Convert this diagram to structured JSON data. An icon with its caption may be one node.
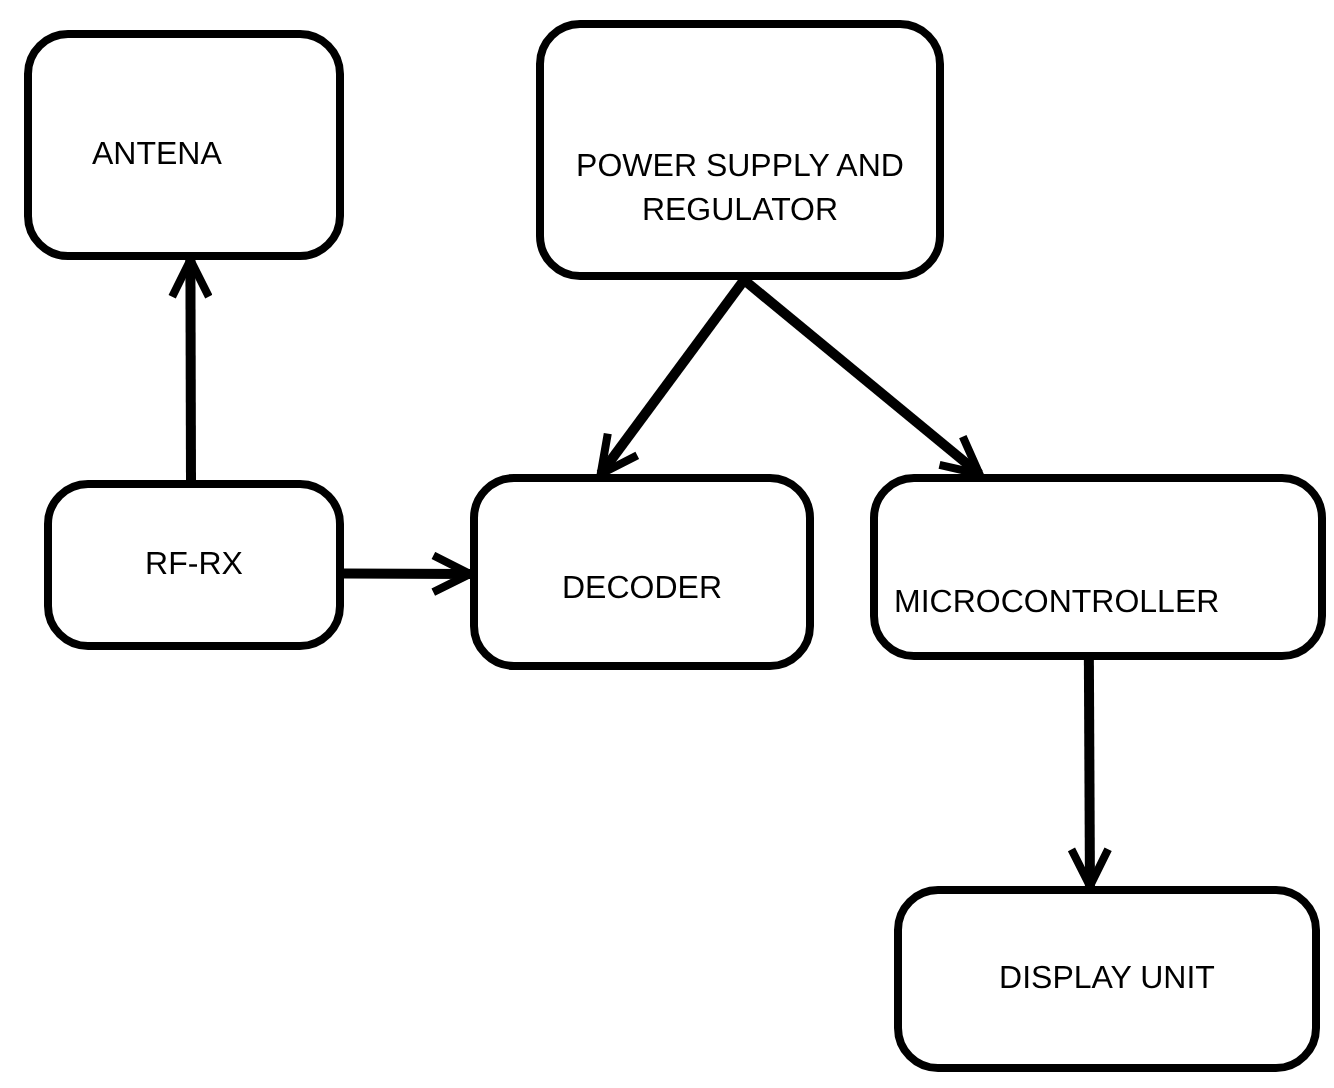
{
  "diagram": {
    "nodes": [
      {
        "text": [
          "ANTENA"
        ]
      },
      {
        "text": [
          "POWER SUPPLY AND REGULATOR"
        ]
      },
      {
        "text": [
          "RF-RX"
        ]
      },
      {
        "text": [
          "DECODER"
        ]
      },
      {
        "text": [
          "MICROCONTROLLER"
        ]
      },
      {
        "text": [
          "DISPLAY UNIT"
        ]
      }
    ],
    "edges": [
      {
        "from": 2,
        "to": 0,
        "arrow": "to"
      },
      {
        "from": 2,
        "to": 3,
        "arrow": "to"
      },
      {
        "from": 1,
        "to": 3,
        "arrow": "to"
      },
      {
        "from": 1,
        "to": 4,
        "arrow": "to"
      },
      {
        "from": 4,
        "to": 5,
        "arrow": "to"
      }
    ]
  }
}
